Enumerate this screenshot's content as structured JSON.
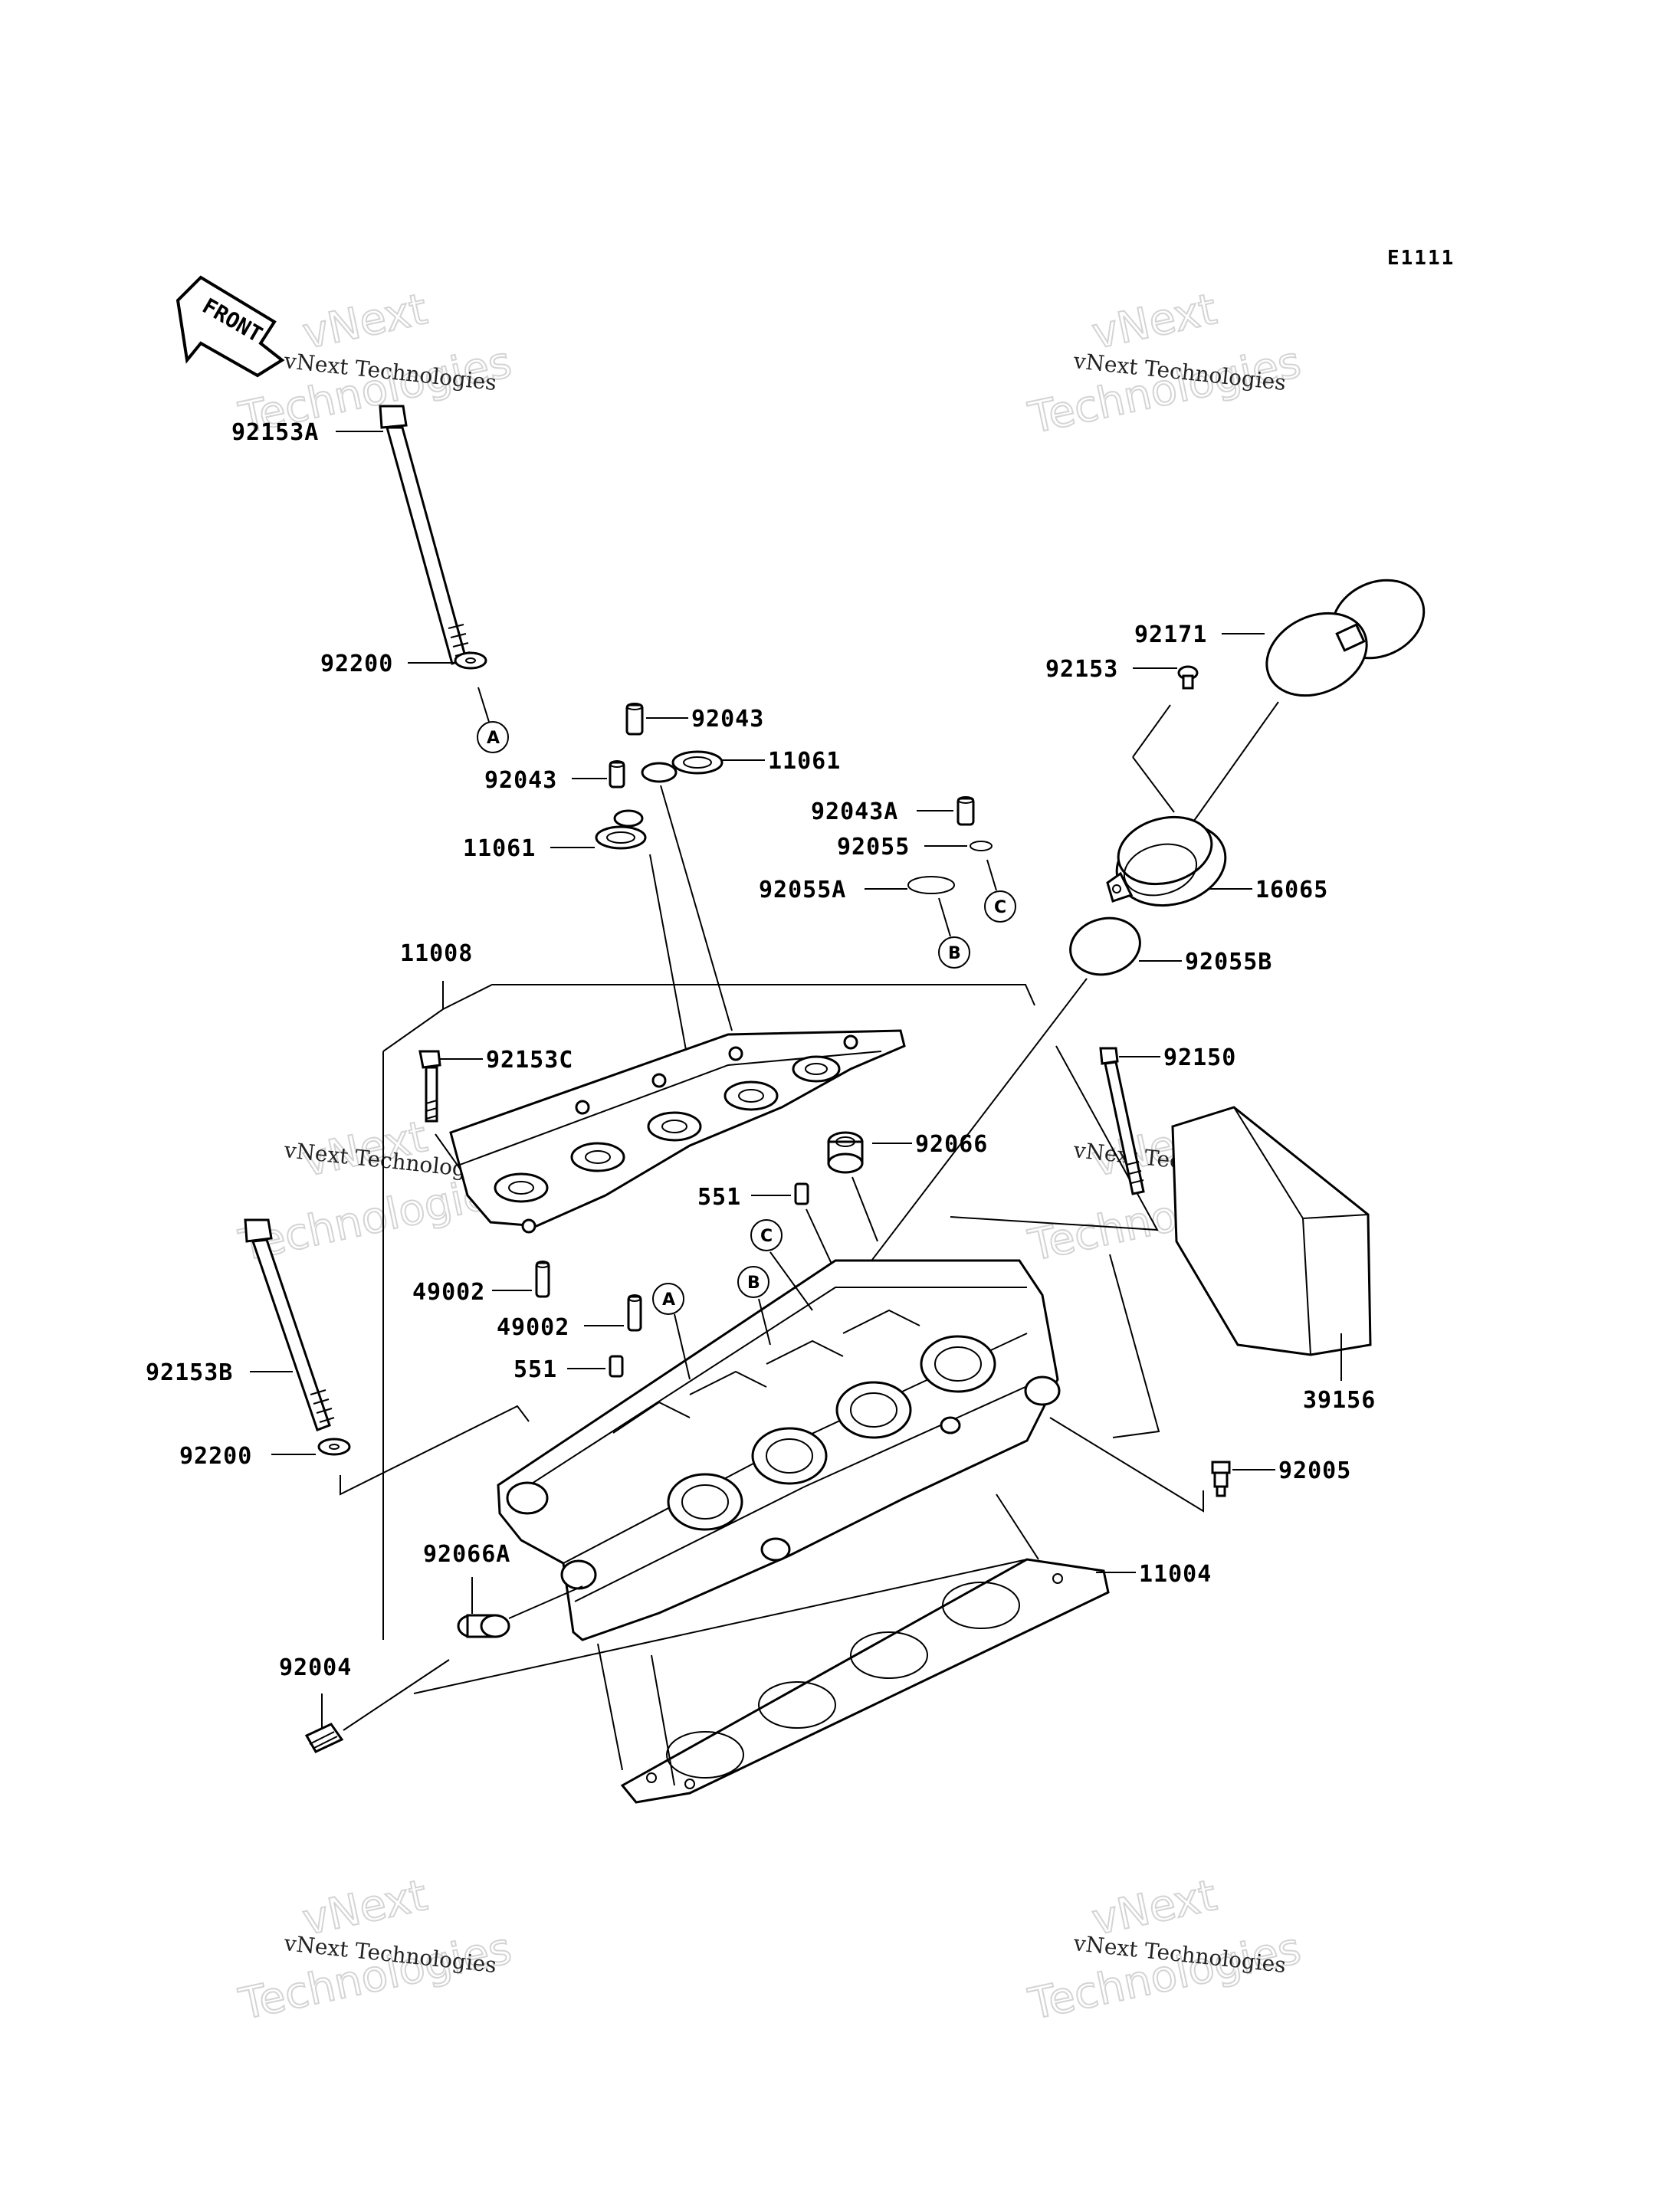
{
  "diagram_code": "E1111",
  "front_label": "FRONT",
  "watermark": {
    "line1": "vNext Technologies",
    "line2": "vNext",
    "line3": "Technologies"
  },
  "parts": {
    "p92153A": "92153A",
    "p92200a": "92200",
    "p92043a": "92043",
    "p92043b": "92043",
    "p11061a": "11061",
    "p11061b": "11061",
    "p92043A": "92043A",
    "p92055": "92055",
    "p92055A": "92055A",
    "p92171": "92171",
    "p92153": "92153",
    "p16065": "16065",
    "p92055B": "92055B",
    "p11008": "11008",
    "p92153C": "92153C",
    "p92150": "92150",
    "p92066": "92066",
    "p551a": "551",
    "p551b": "551",
    "p49002a": "49002",
    "p49002b": "49002",
    "p92153B": "92153B",
    "p92200b": "92200",
    "p39156": "39156",
    "p92005": "92005",
    "p92066A": "92066A",
    "p11004": "11004",
    "p92004": "92004"
  },
  "callouts": {
    "a": "A",
    "b": "B",
    "c": "C"
  }
}
